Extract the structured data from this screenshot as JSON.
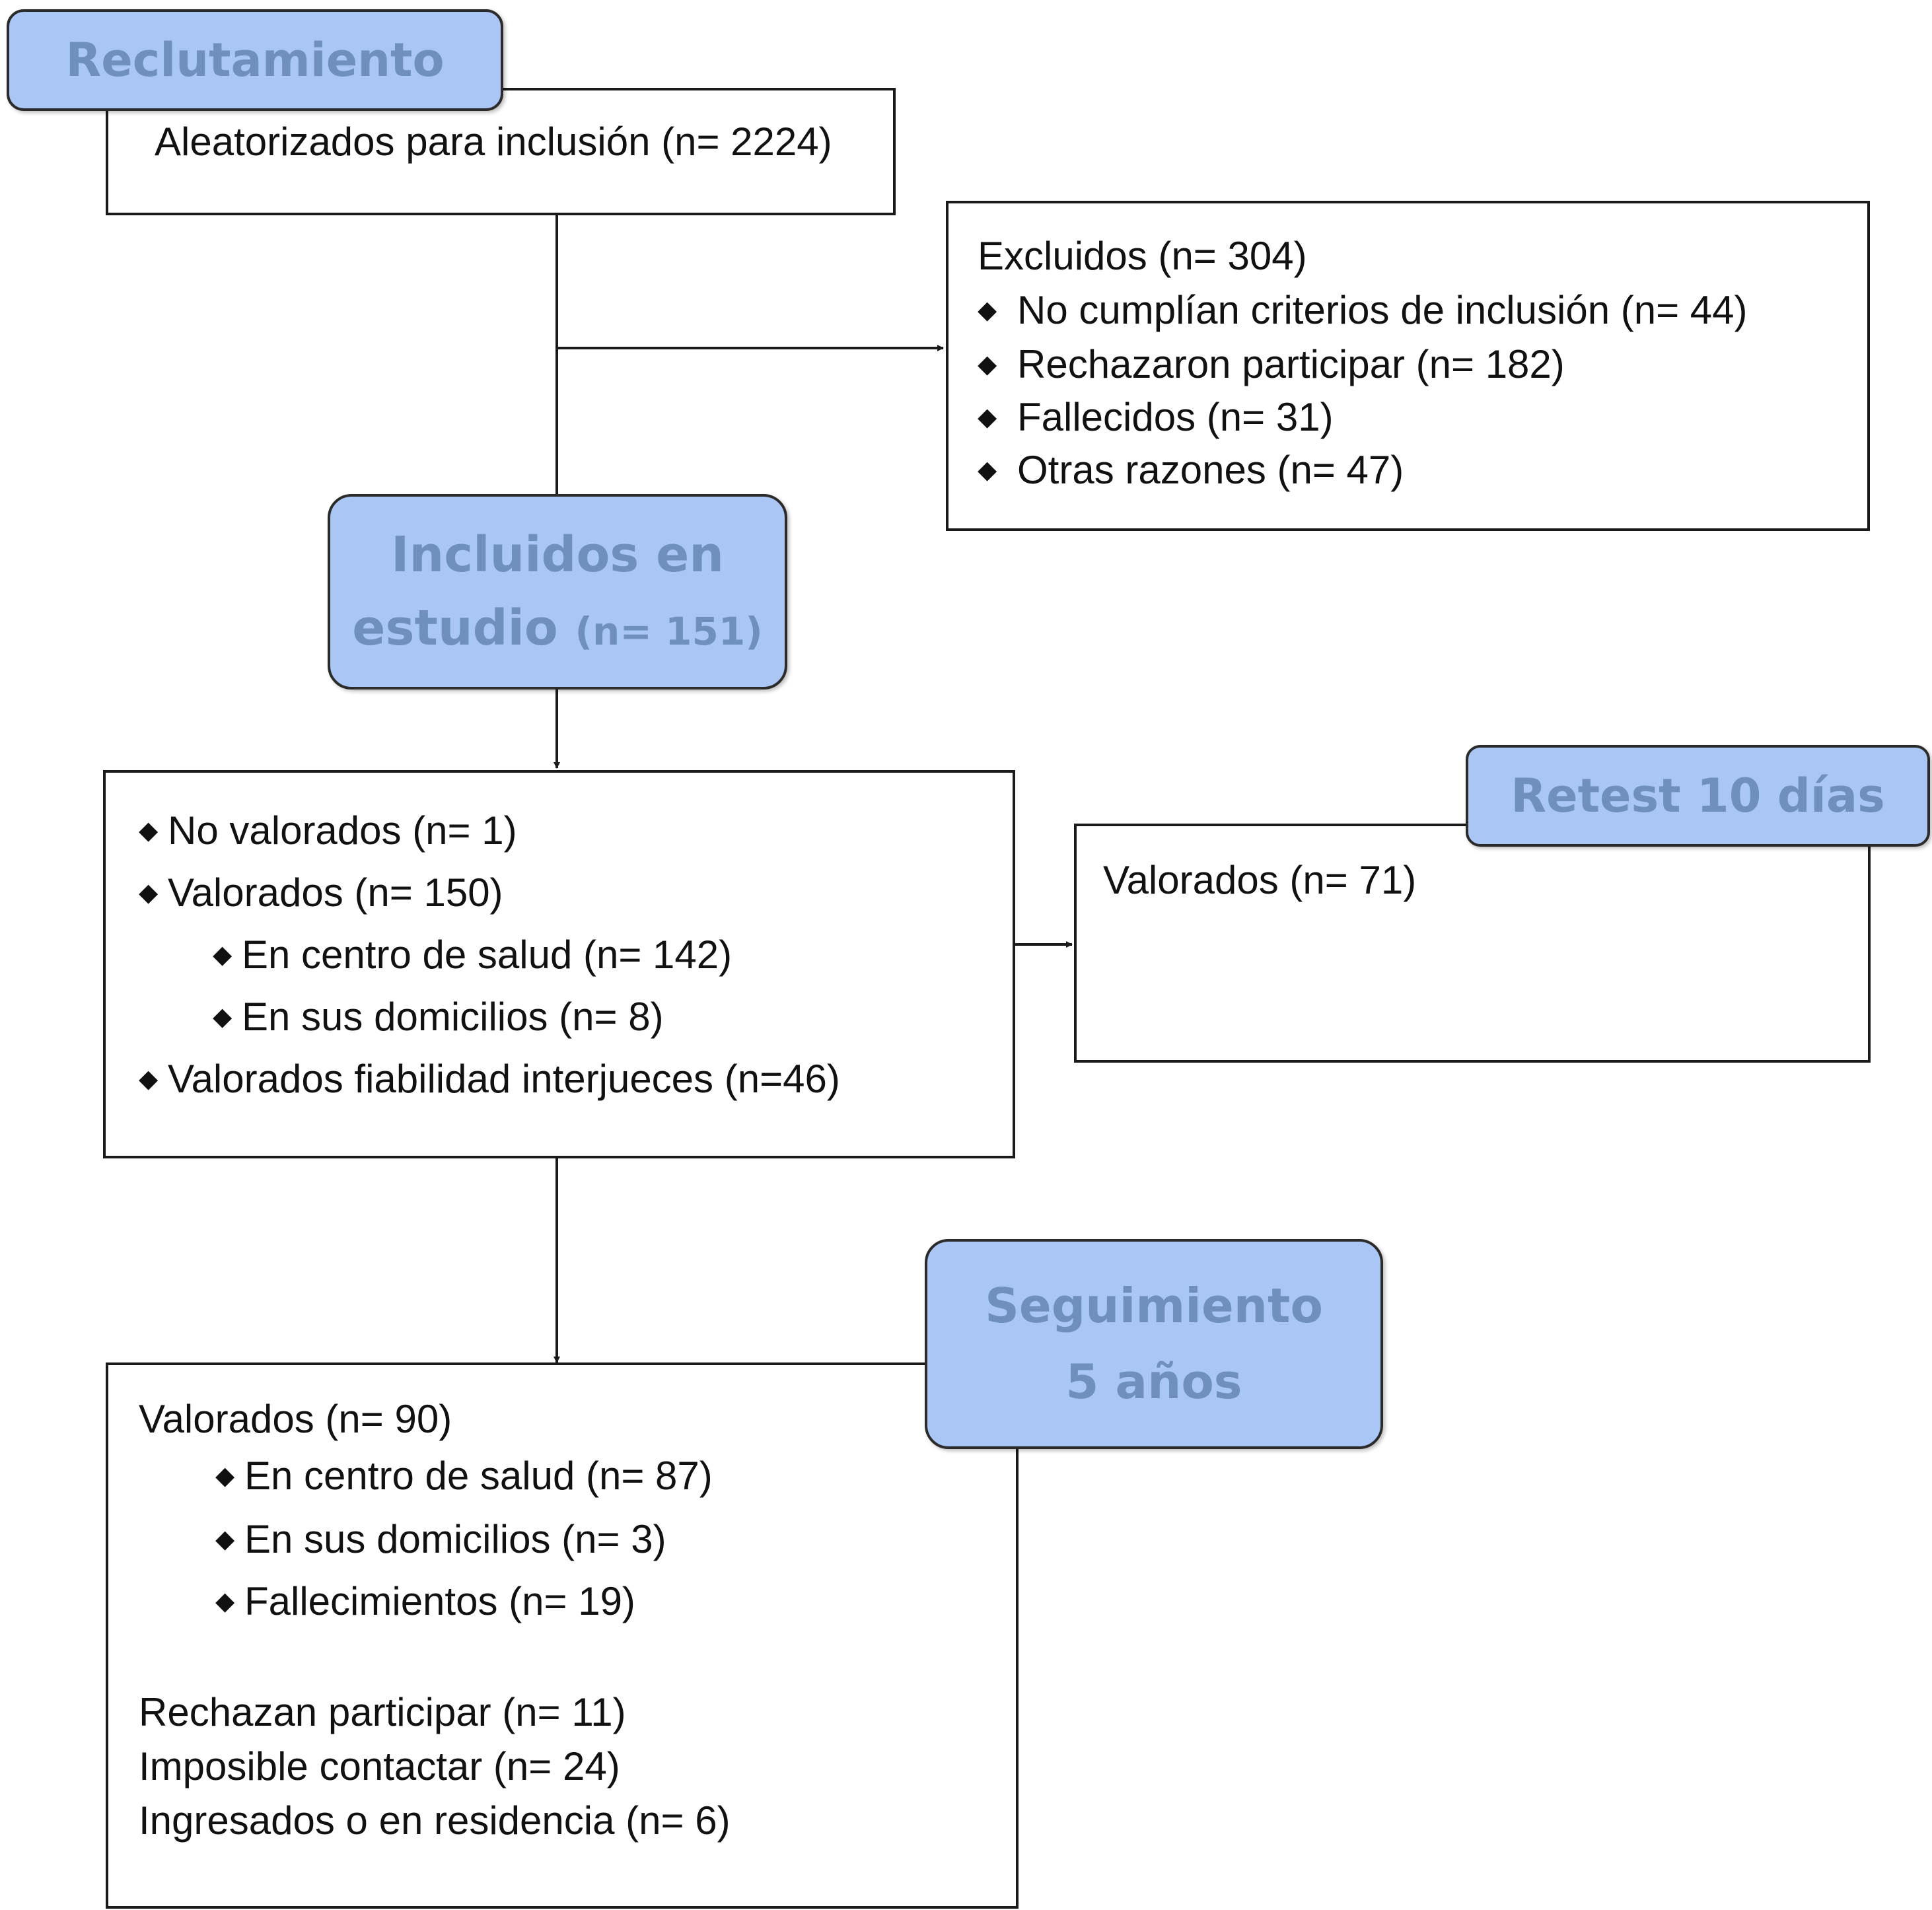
{
  "recruitment": {
    "header": "Reclutamiento",
    "line": "Aleatorizados  para inclusión  (n= 2224)"
  },
  "excluded": {
    "title": "Excluidos  (n= 304)",
    "items": [
      "No cumplían  criterios de inclusión  (n= 44)",
      "Rechazaron  participar  (n= 182)",
      "Fallecidos  (n= 31)",
      "Otras razones  (n= 47)"
    ]
  },
  "included": {
    "title_line1": "Incluidos en",
    "title_line2": "estudio",
    "count": "(n=  151)"
  },
  "evaluation": {
    "items": [
      "No valorados (n=   1)",
      "Valorados (n=   150)",
      "En centro de salud  (n= 142)",
      "En sus domicilios  (n= 8)",
      "Valorados fiabilidad  interjueces  (n=46)"
    ]
  },
  "retest": {
    "header": "Retest 10 días",
    "line": "Valorados  (n= 71)"
  },
  "followup": {
    "header_line1": "Seguimiento",
    "header_line2": "5 años",
    "title": "Valorados   (n= 90)",
    "sub_items": [
      "En centro de salud  (n= 87)",
      "En sus domicilios  (n= 3)",
      "Fallecimientos  (n= 19)"
    ],
    "notes": [
      "Rechazan participar  (n=  11)",
      "Imposible contactar  (n=  24)",
      "Ingresados o en residencia  (n= 6)"
    ]
  },
  "colors": {
    "header_fill": "#a9c6f4",
    "header_text": "#6f8fbc",
    "lines": "#1a1a1a"
  }
}
